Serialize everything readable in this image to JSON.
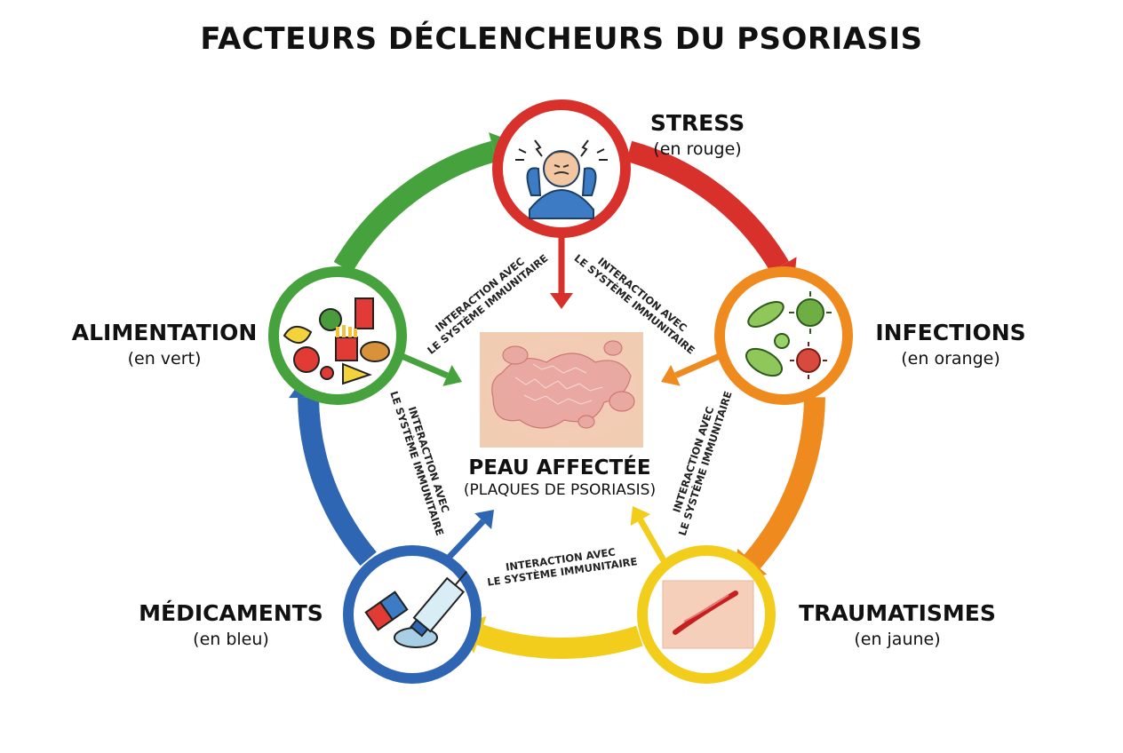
{
  "title": "FACTEURS DÉCLENCHEURS DU PSORIASIS",
  "center": {
    "label": "PEAU AFFECTÉE",
    "sublabel": "(PLAQUES DE PSORIASIS)"
  },
  "interaction_label": {
    "line1": "INTERACTION AVEC",
    "line2": "LE SYSTÈME IMMUNITAIRE"
  },
  "factors": [
    {
      "name": "STRESS",
      "color_label": "(en rouge)",
      "color": "#d8312c",
      "icon": "stressed-person-icon"
    },
    {
      "name": "INFECTIONS",
      "color_label": "(en orange)",
      "color": "#ef8a1f",
      "icon": "germs-icon"
    },
    {
      "name": "TRAUMATISMES",
      "color_label": "(en jaune)",
      "color": "#f2cd1b",
      "icon": "skin-wound-icon"
    },
    {
      "name": "MÉDICAMENTS",
      "color_label": "(en bleu)",
      "color": "#2f66b3",
      "icon": "pill-syringe-icon"
    },
    {
      "name": "ALIMENTATION",
      "color_label": "(en vert)",
      "color": "#46a23c",
      "icon": "food-icon"
    }
  ]
}
